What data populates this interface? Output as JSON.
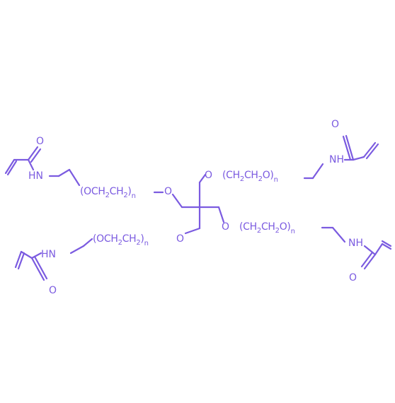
{
  "colors": {
    "structure": "#7B5BE0"
  },
  "labels": {
    "oxygen": "O",
    "amide_nh": "HN",
    "amide_nh_right": "NH",
    "peg_left_main": "(OCH",
    "peg_left_mid": "CH",
    "peg_left_tail": ")",
    "peg_right_main": "(CH",
    "peg_right_mid": "CH",
    "peg_right_tail": "O)",
    "subscript_2": "2",
    "subscript_n": "n"
  }
}
